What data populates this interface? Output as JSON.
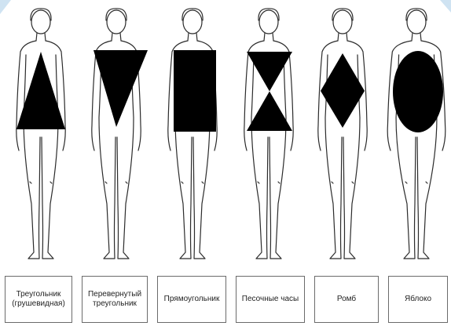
{
  "body_types": [
    {
      "id": "triangle",
      "shape": "triangle",
      "label_lines": [
        "Треугольник",
        "(грушевидная)"
      ]
    },
    {
      "id": "inverted-triangle",
      "shape": "inverted-triangle",
      "label_lines": [
        "Перевернутый",
        "треугольник"
      ]
    },
    {
      "id": "rectangle",
      "shape": "rectangle",
      "label_lines": [
        "Прямоугольник"
      ]
    },
    {
      "id": "hourglass",
      "shape": "hourglass",
      "label_lines": [
        "Песочные часы"
      ]
    },
    {
      "id": "diamond",
      "shape": "diamond",
      "label_lines": [
        "Ромб"
      ]
    },
    {
      "id": "apple",
      "shape": "oval",
      "label_lines": [
        "Яблоко"
      ]
    }
  ],
  "colors": {
    "shape_fill": "#000000",
    "outline": "#2b2b2b",
    "box_border": "#6b6b6b",
    "corner_accent": "#cfe3f2"
  }
}
